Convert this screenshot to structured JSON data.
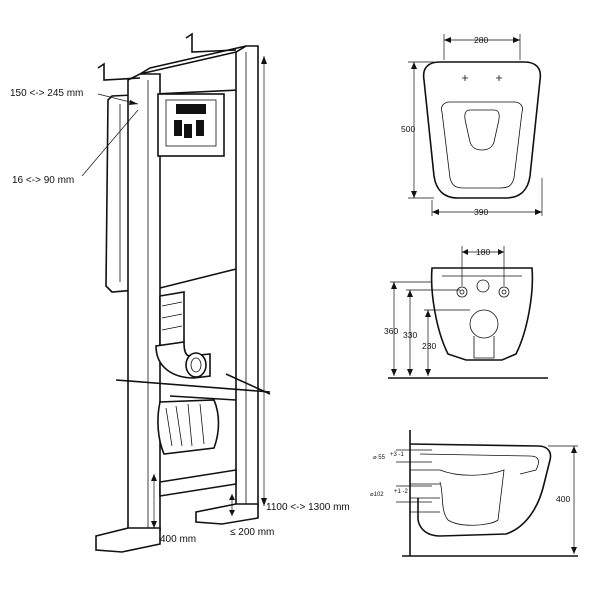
{
  "frame": {
    "adjust_depth": "150 <-> 245 mm",
    "adjust_wall": "16 <-> 90 mm",
    "height_range": "1100 <-> 1300 mm",
    "foot_height": "400 mm",
    "foot_adjust": "≤ 200 mm"
  },
  "top_view": {
    "width_top": "280",
    "length": "500",
    "width_bottom": "390"
  },
  "rear_view": {
    "bolt_spacing": "180",
    "height_total": "360",
    "height_mid": "330",
    "height_outlet": "230"
  },
  "side_view": {
    "inlet_diam": "⌀ 55",
    "inlet_tol": "+3 -1",
    "outlet_diam": "⌀102",
    "outlet_tol": "+1 -2",
    "height": "400"
  }
}
